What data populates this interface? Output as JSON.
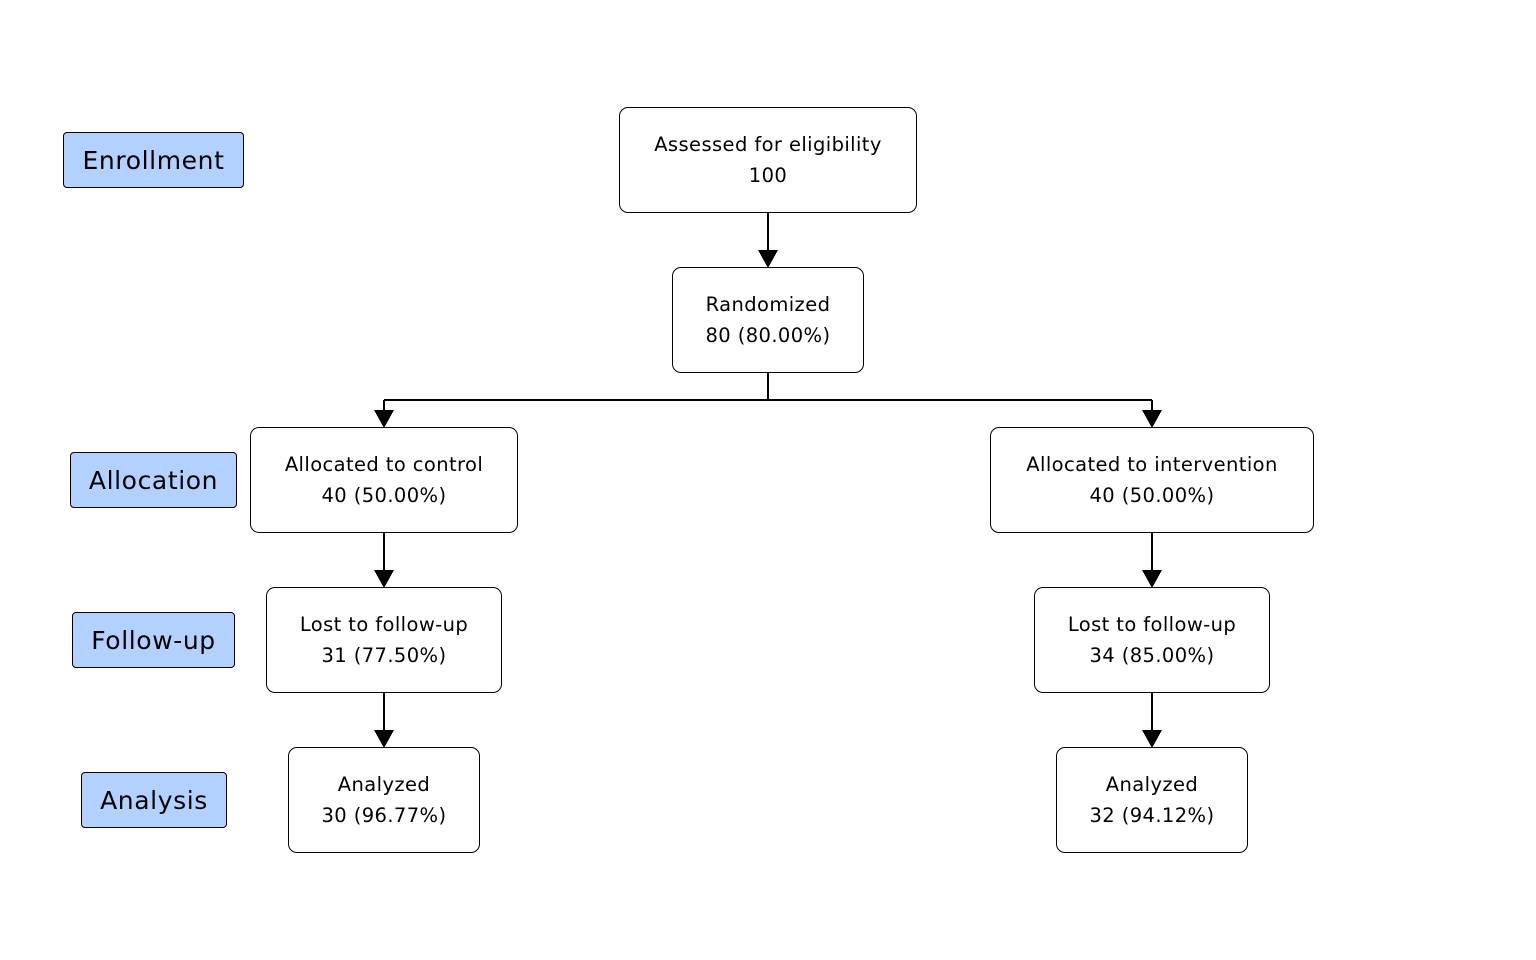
{
  "stages": {
    "enrollment": "Enrollment",
    "allocation": "Allocation",
    "followup": "Follow-up",
    "analysis": "Analysis"
  },
  "nodes": {
    "assessed": {
      "label": "Assessed for eligibility",
      "count": "100"
    },
    "randomized": {
      "label": "Randomized",
      "count": "80 (80.00%)"
    },
    "allocated_control": {
      "label": "Allocated to control",
      "count": "40 (50.00%)"
    },
    "allocated_intervention": {
      "label": "Allocated to intervention",
      "count": "40 (50.00%)"
    },
    "lost_control": {
      "label": "Lost to follow-up",
      "count": "31 (77.50%)"
    },
    "lost_intervention": {
      "label": "Lost to follow-up",
      "count": "34 (85.00%)"
    },
    "analyzed_control": {
      "label": "Analyzed",
      "count": "30 (96.77%)"
    },
    "analyzed_intervention": {
      "label": "Analyzed",
      "count": "32 (94.12%)"
    }
  },
  "colors": {
    "stage_fill": "#b3d1ff",
    "border": "#000000",
    "background": "#ffffff"
  }
}
